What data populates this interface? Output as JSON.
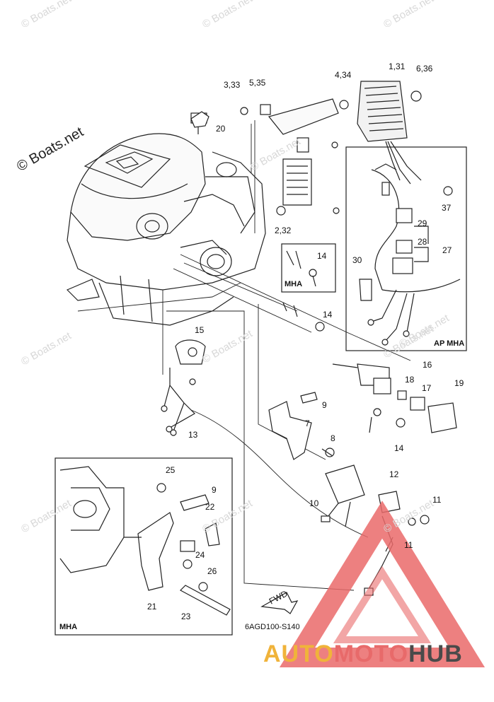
{
  "watermark_small": "© Boats.net",
  "watermark_large": "© Boats.net",
  "brand": {
    "part1": "AUTO",
    "part2": "MOTO",
    "part3": "HUB",
    "accent1": "#f0b33a",
    "accent2": "#e86a6a",
    "accent3": "#4a4a4a"
  },
  "diagram_code": "6AGD100-S140",
  "fwd_label": "FWD",
  "boxes": {
    "mha_small": "MHA",
    "ap_mha": "AP MHA",
    "mha_bottom": "MHA"
  },
  "callouts": {
    "c1_31": "1,31",
    "c6_36": "6,36",
    "c4_34": "4,34",
    "c5_35": "5,35",
    "c3_33": "3,33",
    "c20": "20",
    "c37": "37",
    "c2_32": "2,32",
    "c29": "29",
    "c28": "28",
    "c27": "27",
    "c30": "30",
    "c14a": "14",
    "c14b": "14",
    "c14c": "14",
    "c15": "15",
    "c16": "16",
    "c18": "18",
    "c17": "17",
    "c19": "19",
    "c9a": "9",
    "c7": "7",
    "c8": "8",
    "c13": "13",
    "c12": "12",
    "c11a": "11",
    "c11b": "11",
    "c10": "10",
    "c25": "25",
    "c9b": "9",
    "c22": "22",
    "c24": "24",
    "c26": "26",
    "c21": "21",
    "c23": "23"
  }
}
